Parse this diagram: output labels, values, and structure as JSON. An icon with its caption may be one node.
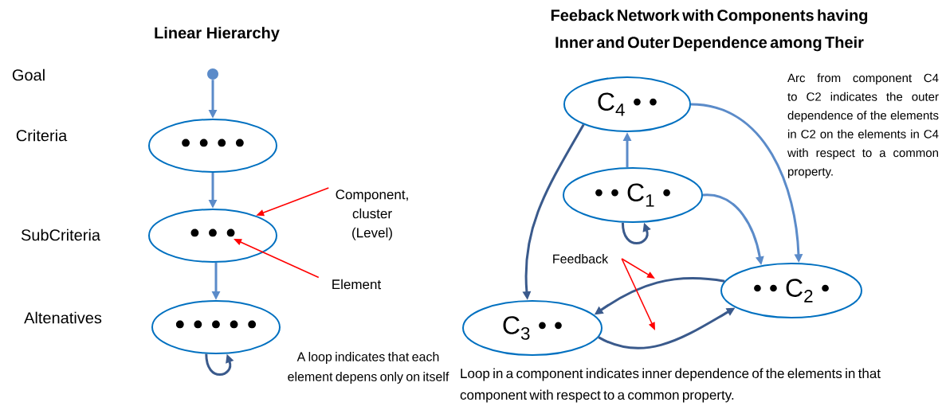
{
  "diagram": {
    "nodes": [
      {
        "text": [],
        "shape": "circle"
      },
      {
        "text": [
          "• • • •"
        ]
      },
      {
        "text": [
          "• • •"
        ]
      },
      {
        "text": [
          "• • • • •"
        ]
      },
      {
        "text": [
          "Component, cluster (Level)"
        ]
      },
      {
        "text": [
          "Element"
        ]
      },
      {
        "text": [
          "C$_{4}$ • •"
        ]
      },
      {
        "text": [
          "• • C$_{1}$ •"
        ]
      },
      {
        "text": [
          "• • C$_{2}$ •"
        ]
      },
      {
        "text": [
          "C$_{3}$ • •"
        ]
      },
      {
        "text": [
          "Feedback"
        ]
      }
    ],
    "edges": [
      {
        "from": 0,
        "to": 1,
        "arrow": "to"
      },
      {
        "from": 1,
        "to": 2,
        "arrow": "to"
      },
      {
        "from": 2,
        "to": 3,
        "arrow": "to"
      },
      {
        "from": 3,
        "to": 3,
        "arrow": "to",
        "color": "#3a5a8c"
      },
      {
        "from": 4,
        "to": 2,
        "arrow": "to",
        "color": "#ff0000"
      },
      {
        "from": 5,
        "to": 2,
        "arrow": "to",
        "color": "#ff0000"
      },
      {
        "from": 7,
        "to": 6,
        "arrow": "to"
      },
      {
        "from": 6,
        "to": 8,
        "arrow": "to"
      },
      {
        "from": 7,
        "to": 8,
        "arrow": "to"
      },
      {
        "from": 6,
        "to": 9,
        "arrow": "to",
        "color": "#3a5a8c"
      },
      {
        "from": 7,
        "to": 7,
        "arrow": "to",
        "color": "#3a5a8c"
      },
      {
        "from": 8,
        "to": 9,
        "arrow": "to",
        "color": "#3a5a8c"
      },
      {
        "from": 9,
        "to": 8,
        "arrow": "to",
        "color": "#3a5a8c"
      },
      {
        "from": 10,
        "to": null,
        "arrow": "to",
        "color": "#ff0000"
      },
      {
        "from": 10,
        "to": null,
        "arrow": "to",
        "color": "#ff0000"
      }
    ],
    "labels": [
      "Linear Hierarchy",
      "Feeback Network with Components having Inner and Outer Dependence among Their",
      "Goal",
      "Criteria",
      "SubCriteria",
      "Altenatives",
      "A loop indicates that each element depens only on itself",
      "Arc from component C4 to C2 indicates the outer dependence of the elements in C2 on the elements in C4 with respect to a common property.",
      "Loop in a component indicates inner dependence of the elements in that component with respect to a common property."
    ]
  }
}
